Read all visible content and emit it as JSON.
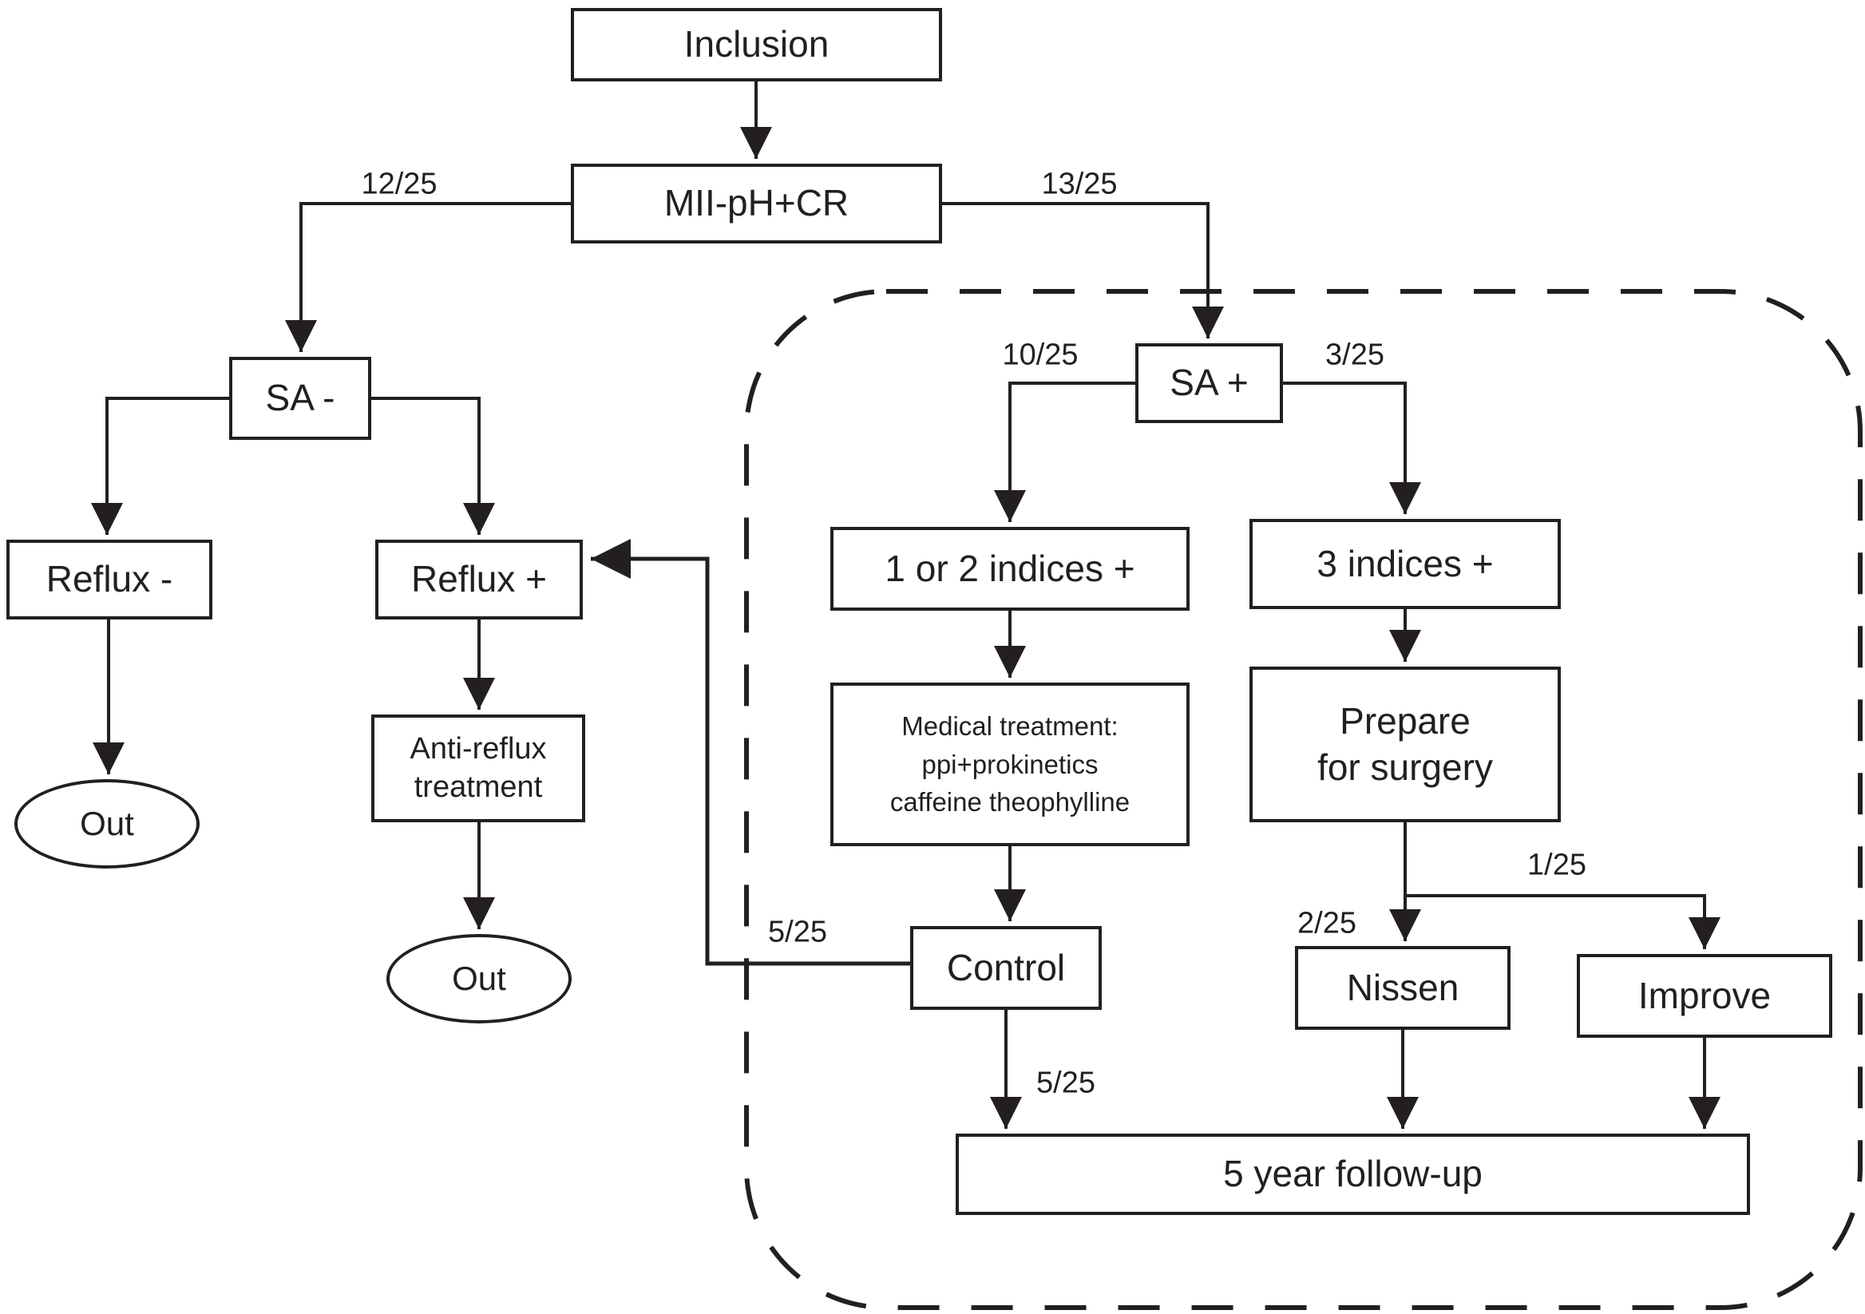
{
  "diagram": {
    "background_color": "#ffffff",
    "line_color": "#231f20",
    "nodes": {
      "inclusion": {
        "label": "Inclusion"
      },
      "mii": {
        "label": "MII-pH+CR"
      },
      "sa_minus": {
        "label": "SA -"
      },
      "sa_plus": {
        "label": "SA +"
      },
      "reflux_minus": {
        "label": "Reflux -"
      },
      "reflux_plus": {
        "label": "Reflux +"
      },
      "anti_reflux": {
        "lines": [
          "Anti-reflux",
          "treatment"
        ]
      },
      "out_left": {
        "label": "Out"
      },
      "out_mid": {
        "label": "Out"
      },
      "indices_1or2": {
        "label": "1 or 2 indices +"
      },
      "indices_3": {
        "label": "3 indices +"
      },
      "medical": {
        "lines": [
          "Medical treatment:",
          "ppi+prokinetics",
          "caffeine theophylline"
        ]
      },
      "prepare": {
        "lines": [
          "Prepare",
          "for surgery"
        ]
      },
      "control": {
        "label": "Control"
      },
      "nissen": {
        "label": "Nissen"
      },
      "improve": {
        "label": "Improve"
      },
      "followup": {
        "label": "5 year follow-up"
      }
    },
    "edge_labels": {
      "mii_to_sa_minus": "12/25",
      "mii_to_sa_plus": "13/25",
      "sa_plus_to_indices_1or2": "10/25",
      "sa_plus_to_indices_3": "3/25",
      "control_to_reflux_plus": "5/25",
      "control_to_followup": "5/25",
      "prepare_to_nissen": "2/25",
      "prepare_to_improve": "1/25"
    }
  }
}
